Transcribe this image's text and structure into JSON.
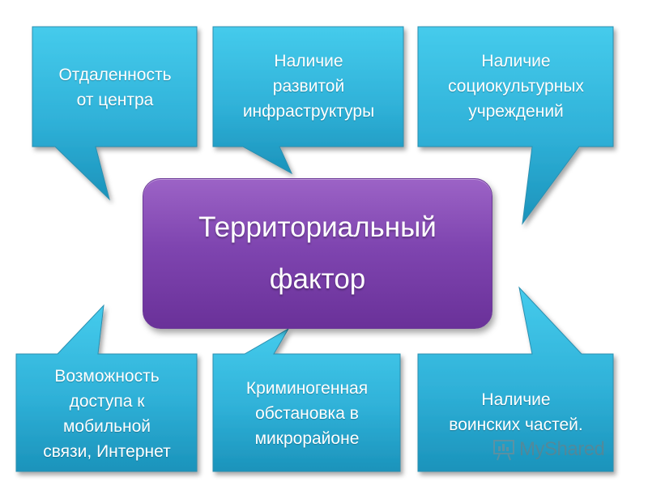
{
  "center": {
    "line1": "Территориальный",
    "line2": "фактор"
  },
  "callouts": {
    "top_left": [
      "Отдаленность",
      "от центра"
    ],
    "top_middle": [
      "Наличие",
      "развитой",
      "инфраструктуры"
    ],
    "top_right": [
      "Наличие",
      "социокультурных",
      "учреждений"
    ],
    "bottom_left": [
      "Возможность",
      "доступа к",
      "мобильной",
      "связи, Интернет"
    ],
    "bottom_middle": [
      "Криминогенная",
      "обстановка в",
      "микрорайоне"
    ],
    "bottom_right": [
      "Наличие",
      "воинских частей."
    ]
  },
  "watermark": {
    "text": "MyShared"
  },
  "colors": {
    "callout_top": "#3fc6e8",
    "callout_bottom": "#1e97bd",
    "callout_border": "#2b8fb0",
    "center_top": "#9c63c6",
    "center_bottom": "#6a3199"
  }
}
